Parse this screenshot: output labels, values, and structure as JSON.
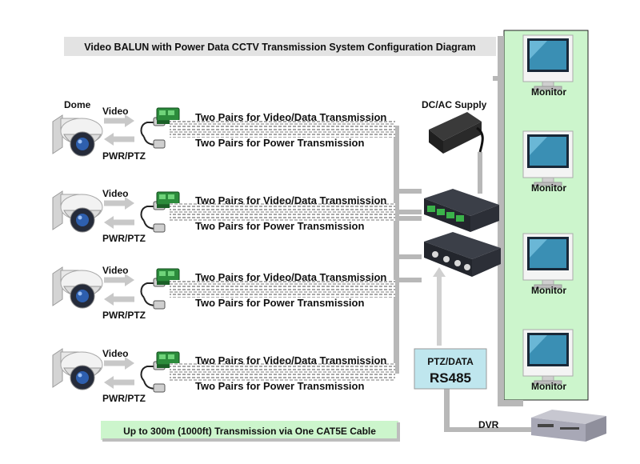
{
  "title": "Video BALUN with Power Data CCTV Transmission System Configuration Diagram",
  "footer": "Up to 300m (1000ft) Transmission via One CAT5E Cable",
  "dome_label": "Dome",
  "video_label": "Video",
  "pwr_label": "PWR/PTZ",
  "video_pairs_label": "Two Pairs for Video/Data Transmission",
  "power_pairs_label": "Two Pairs for Power Transmission",
  "supply_label": "DC/AC Supply",
  "ptz_label": "PTZ/DATA",
  "rs485_label": "RS485",
  "dvr_label": "DVR",
  "monitor_label": "Monitor",
  "colors": {
    "title_bg": "#e3e3e3",
    "monitor_panel": "#ccf5cc",
    "footer_bg": "#ccf5cc",
    "rs485_box": "#bfe6ee",
    "wire": "#b3b3b3",
    "hub": "#2b2e35",
    "terminal": "#3bb24a"
  },
  "icons": [
    "dome-camera-icon",
    "video-balun-icon",
    "power-hub-icon",
    "video-receiver-hub-icon",
    "power-adapter-icon",
    "monitor-icon",
    "dvr-icon"
  ]
}
